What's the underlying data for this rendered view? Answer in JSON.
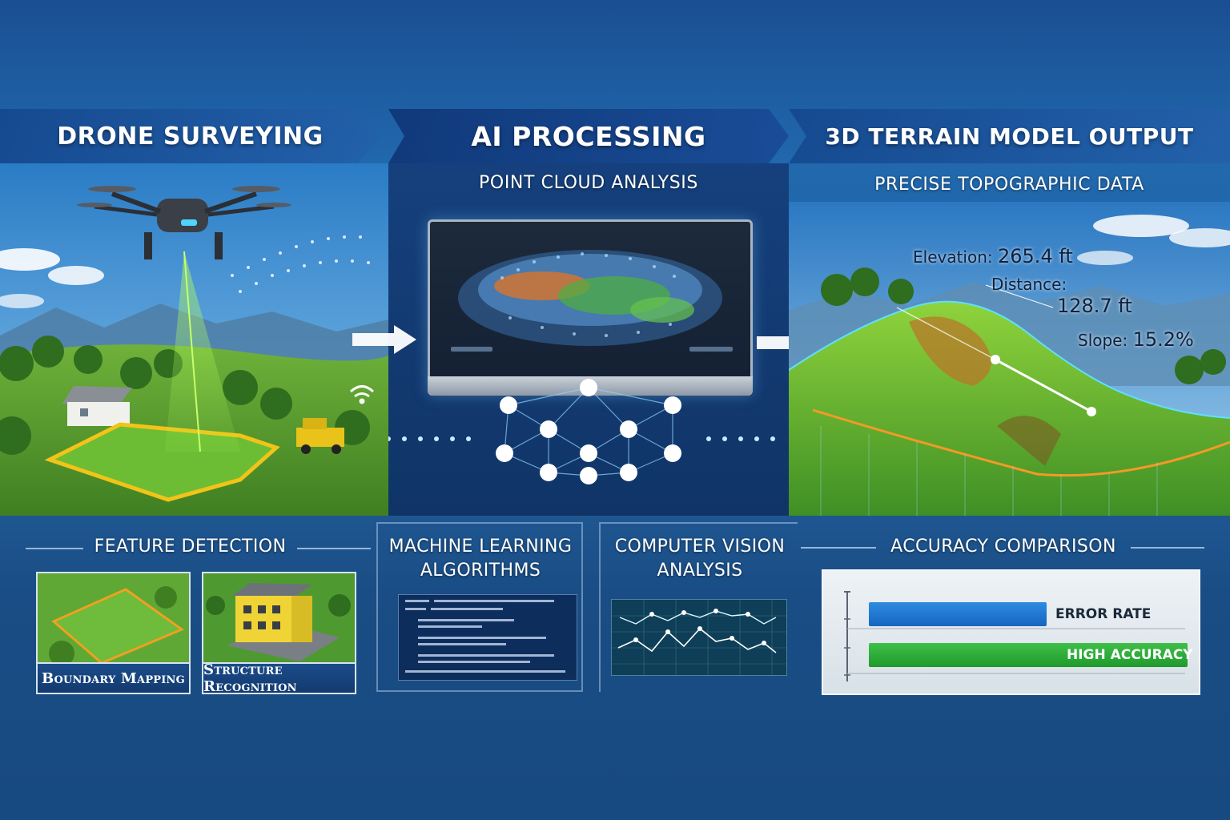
{
  "stages": {
    "drone": {
      "title": "DRONE SURVEYING"
    },
    "ai": {
      "title": "AI PROCESSING",
      "subtitle": "POINT CLOUD ANALYSIS"
    },
    "terrain": {
      "title": "3D TERRAIN MODEL OUTPUT",
      "subtitle": "PRECISE TOPOGRAPHIC DATA"
    }
  },
  "measurements": {
    "elevation_label": "Elevation:",
    "elevation_value": "265.4 ft",
    "distance_label": "Distance:",
    "distance_value": "128.7 ft",
    "slope_label": "Slope:",
    "slope_value": "15.2%"
  },
  "feature_detection": {
    "title": "FEATURE DETECTION",
    "items": [
      {
        "label": "Boundary Mapping"
      },
      {
        "label": "Structure Recognition"
      }
    ]
  },
  "ml": {
    "title_line1": "MACHINE LEARNING",
    "title_line2": "ALGORITHMS"
  },
  "cv": {
    "title_line1": "COMPUTER VISION",
    "title_line2": "ANALYSIS"
  },
  "accuracy": {
    "title": "ACCURACY COMPARISON",
    "bars": [
      {
        "label": "ERROR RATE",
        "color": "#1e74d0"
      },
      {
        "label": "HIGH ACCURACY",
        "color": "#2eaa3a"
      }
    ]
  },
  "colors": {
    "brand_blue": "#1a4f92",
    "laser_green": "#7CFC00",
    "boundary_yellow": "#f2c318"
  }
}
